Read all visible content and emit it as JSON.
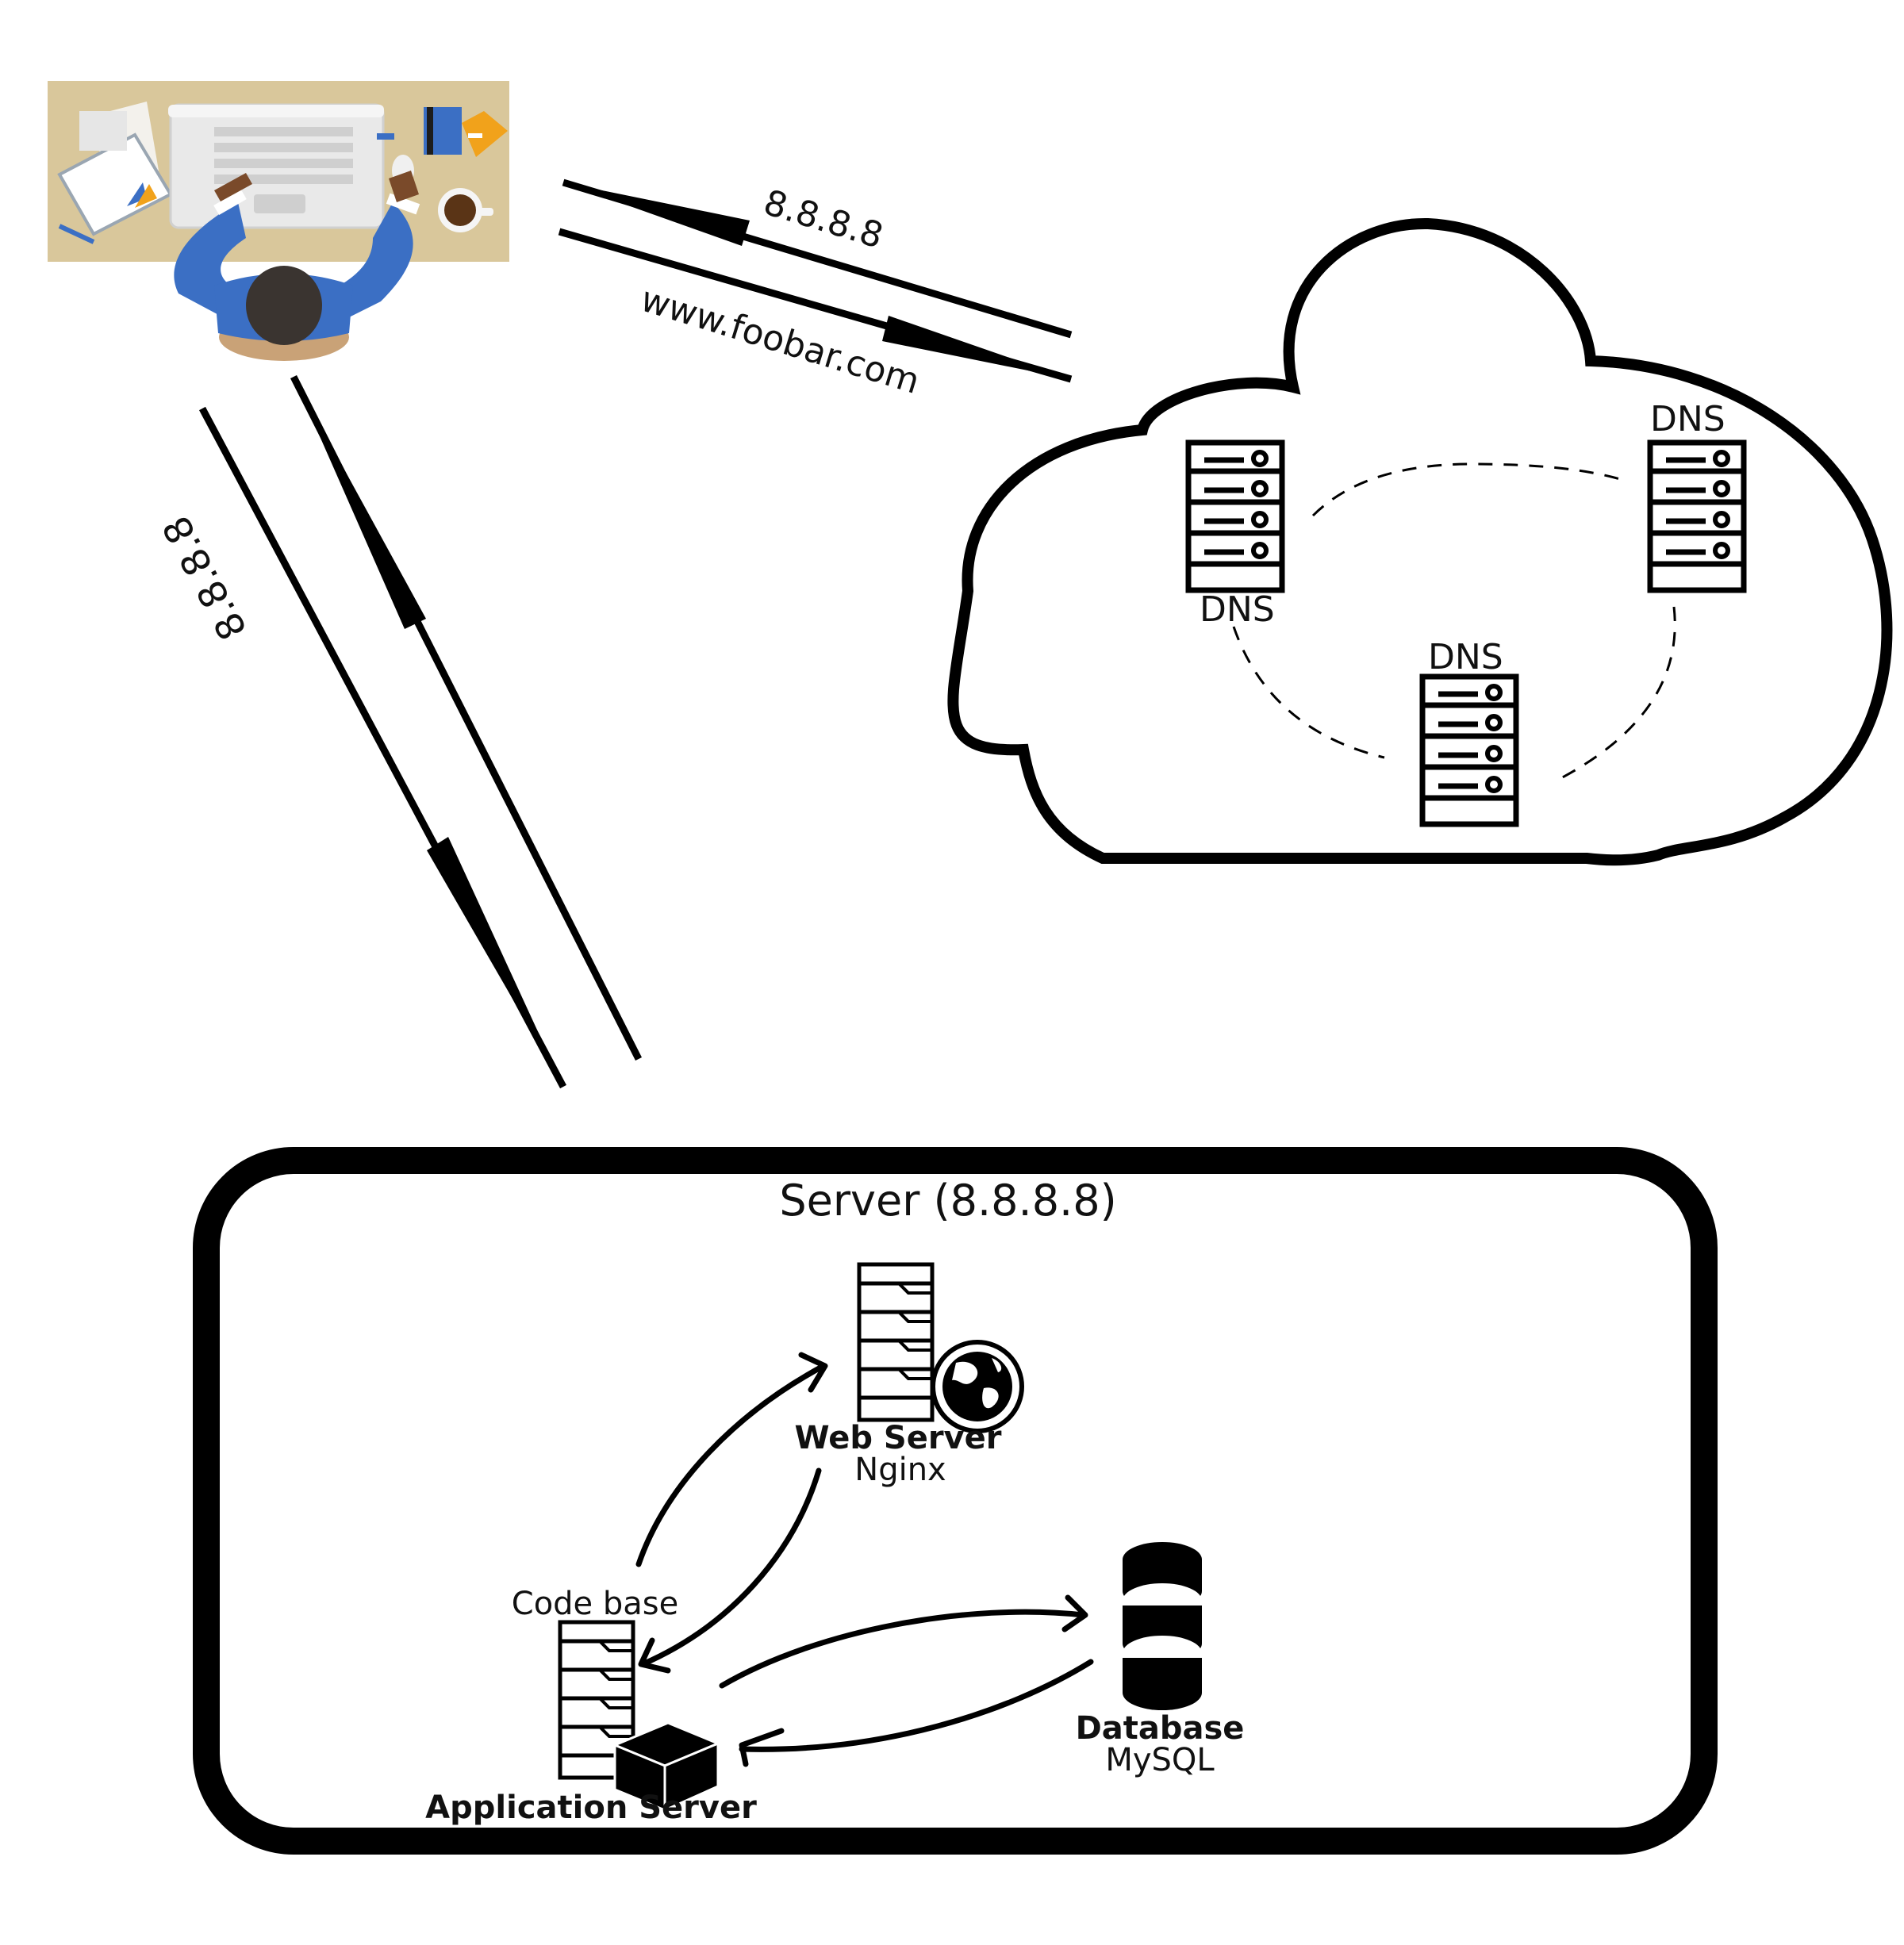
{
  "arrows": {
    "top_upper_label": "8.8.8.8",
    "top_lower_label": "www.foobar.com",
    "diag_label": "8.8.8.8"
  },
  "cloud": {
    "dns_left_label": "DNS",
    "dns_right_label": "DNS",
    "dns_bottom_label": "DNS"
  },
  "server": {
    "title": "Server (8.8.8.8)",
    "web_server_title": "Web Server",
    "web_server_sub": "Nginx",
    "code_base_label": "Code base",
    "app_server_title": "Application Server",
    "database_title": "Database",
    "database_sub": "MySQL"
  },
  "colors": {
    "desk": "#d9c79b",
    "shirt": "#3b6fc4",
    "hair": "#3a3430",
    "skin": "#7a4a2a",
    "chair": "#c9a277",
    "line": "#000000"
  }
}
